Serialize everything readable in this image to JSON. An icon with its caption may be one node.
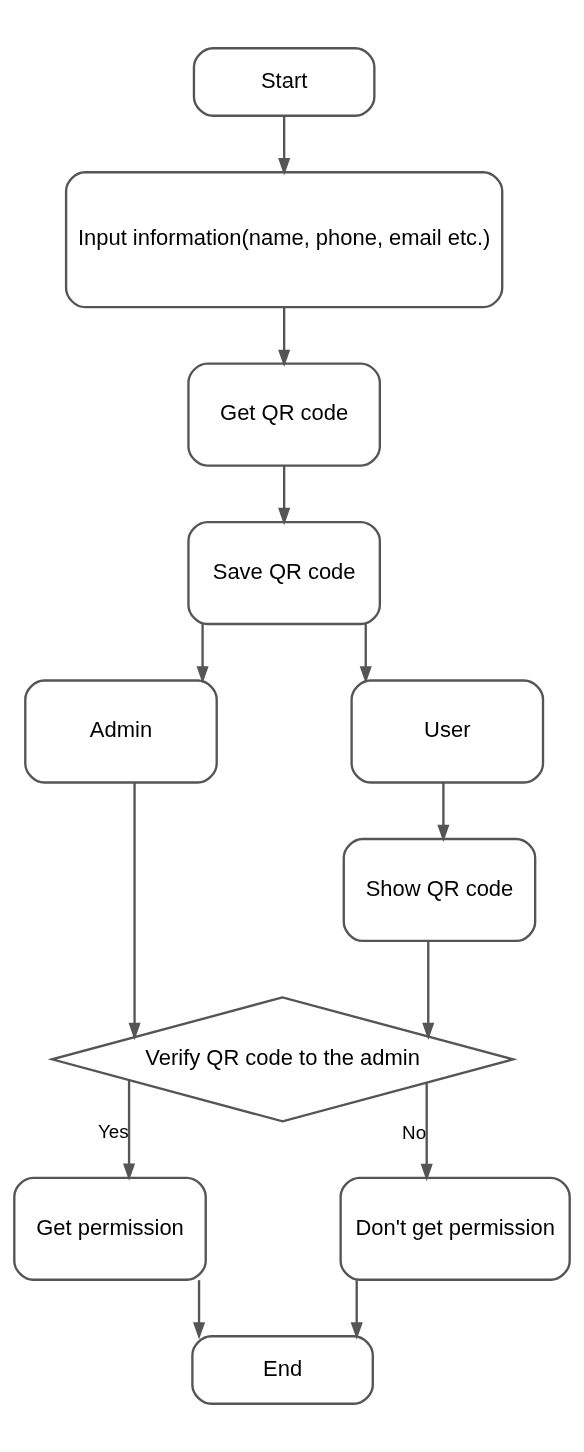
{
  "diagram": {
    "nodes": [
      {
        "text": [
          "Start"
        ]
      },
      {
        "text": [
          "Input information(name, phone, email etc.)"
        ]
      },
      {
        "text": [
          "Get QR code"
        ]
      },
      {
        "text": [
          "Save QR code"
        ]
      },
      {
        "text": [
          "Admin"
        ]
      },
      {
        "text": [
          "User"
        ]
      },
      {
        "text": [
          "Show QR code"
        ]
      },
      {
        "text": [
          "Verify QR code to the admin"
        ]
      },
      {
        "text": [
          "Get permission"
        ]
      },
      {
        "text": [
          "Don't get permission"
        ]
      },
      {
        "text": [
          "End"
        ]
      }
    ],
    "edges": [
      {
        "from": 0,
        "to": 1,
        "arrow": "to"
      },
      {
        "from": 1,
        "to": 2,
        "arrow": "to"
      },
      {
        "from": 2,
        "to": 3,
        "arrow": "to"
      },
      {
        "from": 3,
        "to": 4,
        "arrow": "to"
      },
      {
        "from": 3,
        "to": 5,
        "arrow": "to"
      },
      {
        "from": 5,
        "to": 6,
        "arrow": "to"
      },
      {
        "from": 4,
        "to": 7,
        "arrow": "to"
      },
      {
        "from": 6,
        "to": 7,
        "arrow": "to"
      },
      {
        "from": 7,
        "to": 8,
        "arrow": "to",
        "label": "Yes"
      },
      {
        "from": 7,
        "to": 9,
        "arrow": "to",
        "label": "No"
      },
      {
        "from": 8,
        "to": 10,
        "arrow": "to"
      },
      {
        "from": 9,
        "to": 10,
        "arrow": "to"
      }
    ]
  }
}
